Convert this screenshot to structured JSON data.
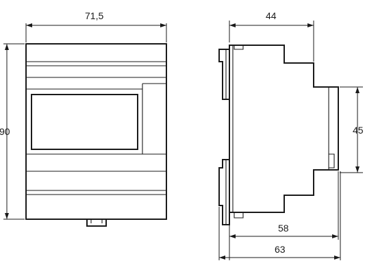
{
  "dimensions": {
    "front_width": "71,5",
    "front_height": "90",
    "side_depth_top": "44",
    "side_rail_height": "45",
    "side_depth_58": "58",
    "side_depth_63": "63"
  }
}
